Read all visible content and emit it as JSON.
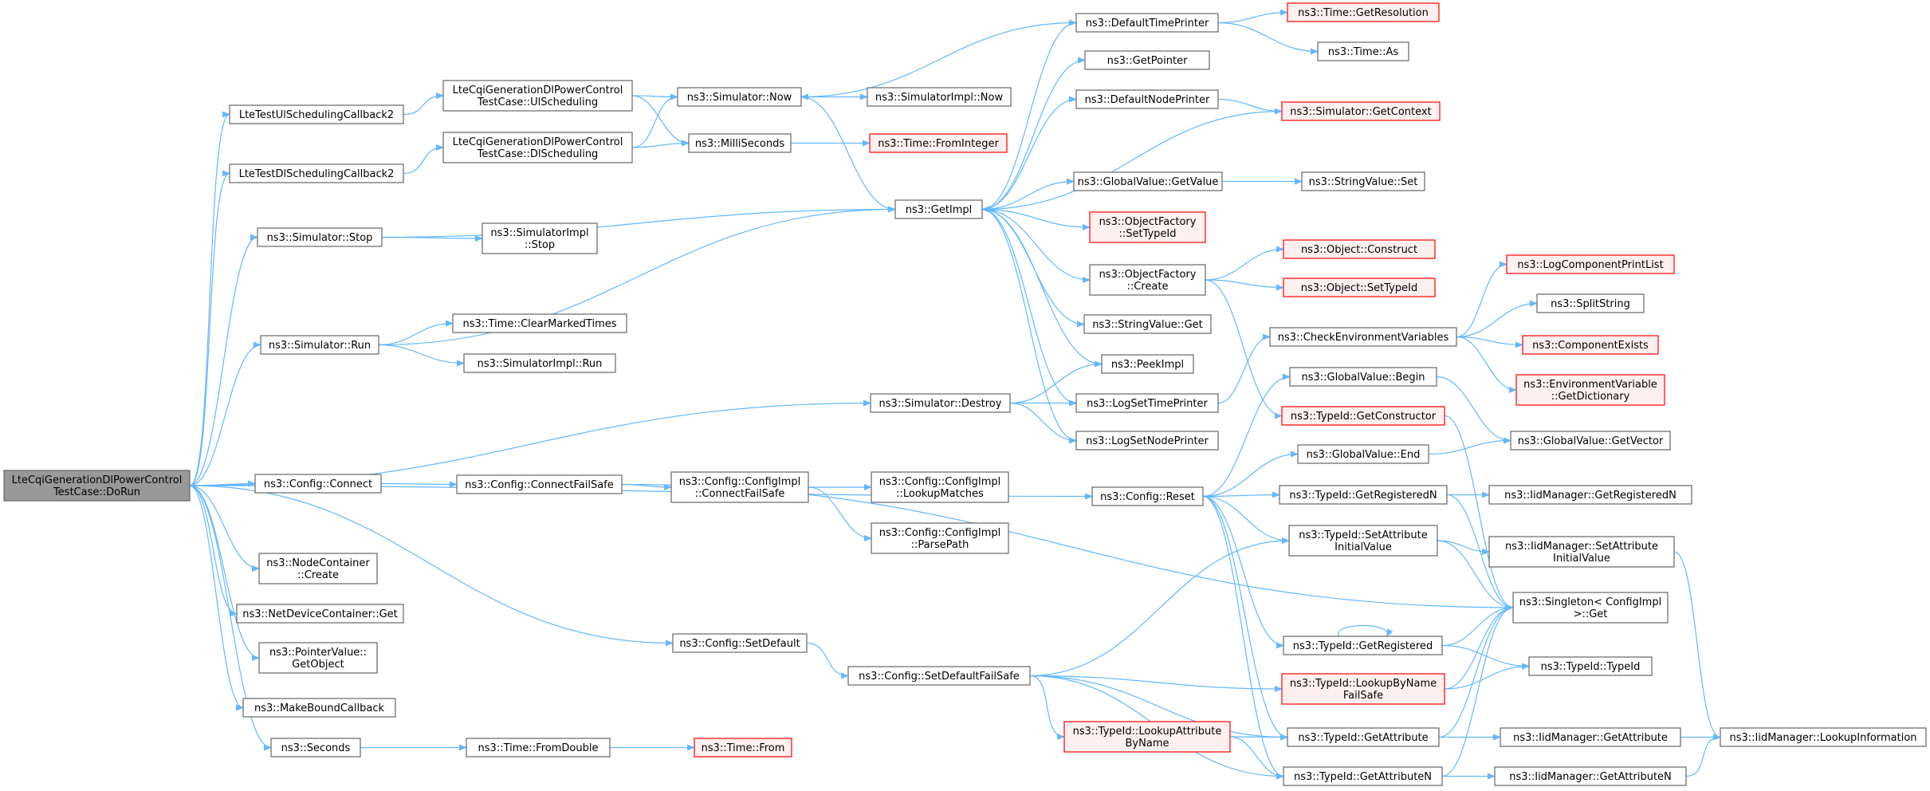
{
  "colors": {
    "edge": "#63b8ff",
    "normal_fill": "#ffffff",
    "normal_stroke": "#666666",
    "root_fill": "#999999",
    "truncated_fill": "#fff0f0",
    "truncated_stroke": "#ff0000"
  },
  "nodes": [
    {
      "id": "root",
      "lines": [
        "LteCqiGenerationDlPowerControl",
        "TestCase::DoRun"
      ],
      "style": "root"
    },
    {
      "id": "ulcb2",
      "lines": [
        "LteTestUlSchedulingCallback2"
      ],
      "style": "normal"
    },
    {
      "id": "dlcb2",
      "lines": [
        "LteTestDlSchedulingCallback2"
      ],
      "style": "normal"
    },
    {
      "id": "sim_stop",
      "lines": [
        "ns3::Simulator::Stop"
      ],
      "style": "normal"
    },
    {
      "id": "sim_run",
      "lines": [
        "ns3::Simulator::Run"
      ],
      "style": "normal"
    },
    {
      "id": "cfg_connect",
      "lines": [
        "ns3::Config::Connect"
      ],
      "style": "normal"
    },
    {
      "id": "nodecont",
      "lines": [
        "ns3::NodeContainer",
        "::Create"
      ],
      "style": "normal"
    },
    {
      "id": "netdev",
      "lines": [
        "ns3::NetDeviceContainer::Get"
      ],
      "style": "normal"
    },
    {
      "id": "ptrval",
      "lines": [
        "ns3::PointerValue::",
        "GetObject"
      ],
      "style": "normal"
    },
    {
      "id": "mkcb",
      "lines": [
        "ns3::MakeBoundCallback"
      ],
      "style": "normal"
    },
    {
      "id": "seconds",
      "lines": [
        "ns3::Seconds"
      ],
      "style": "normal"
    },
    {
      "id": "ulsched",
      "lines": [
        "LteCqiGenerationDlPowerControl",
        "TestCase::UlScheduling"
      ],
      "style": "normal"
    },
    {
      "id": "dlsched",
      "lines": [
        "LteCqiGenerationDlPowerControl",
        "TestCase::DlScheduling"
      ],
      "style": "normal"
    },
    {
      "id": "simimpl_stop",
      "lines": [
        "ns3::SimulatorImpl",
        "::Stop"
      ],
      "style": "normal"
    },
    {
      "id": "clearmarked",
      "lines": [
        "ns3::Time::ClearMarkedTimes"
      ],
      "style": "normal"
    },
    {
      "id": "simimpl_run",
      "lines": [
        "ns3::SimulatorImpl::Run"
      ],
      "style": "normal"
    },
    {
      "id": "connfailsafe",
      "lines": [
        "ns3::Config::ConnectFailSafe"
      ],
      "style": "normal"
    },
    {
      "id": "time_fromdouble",
      "lines": [
        "ns3::Time::FromDouble"
      ],
      "style": "normal"
    },
    {
      "id": "sim_now",
      "lines": [
        "ns3::Simulator::Now"
      ],
      "style": "normal"
    },
    {
      "id": "millis",
      "lines": [
        "ns3::MilliSeconds"
      ],
      "style": "normal"
    },
    {
      "id": "cfgimpl_cfs",
      "lines": [
        "ns3::Config::ConfigImpl",
        "::ConnectFailSafe"
      ],
      "style": "normal"
    },
    {
      "id": "cfg_setdefault",
      "lines": [
        "ns3::Config::SetDefault"
      ],
      "style": "normal"
    },
    {
      "id": "time_from",
      "lines": [
        "ns3::Time::From"
      ],
      "style": "truncated"
    },
    {
      "id": "simimpl_now",
      "lines": [
        "ns3::SimulatorImpl::Now"
      ],
      "style": "normal"
    },
    {
      "id": "time_fromint",
      "lines": [
        "ns3::Time::FromInteger"
      ],
      "style": "truncated"
    },
    {
      "id": "sim_destroy",
      "lines": [
        "ns3::Simulator::Destroy"
      ],
      "style": "normal"
    },
    {
      "id": "lookupmatches",
      "lines": [
        "ns3::Config::ConfigImpl",
        "::LookupMatches"
      ],
      "style": "normal"
    },
    {
      "id": "parsepath",
      "lines": [
        "ns3::Config::ConfigImpl",
        "::ParsePath"
      ],
      "style": "normal"
    },
    {
      "id": "setdef_fs",
      "lines": [
        "ns3::Config::SetDefaultFailSafe"
      ],
      "style": "normal"
    },
    {
      "id": "getimpl",
      "lines": [
        "ns3::GetImpl"
      ],
      "style": "normal"
    },
    {
      "id": "deftimeprinter",
      "lines": [
        "ns3::DefaultTimePrinter"
      ],
      "style": "normal"
    },
    {
      "id": "getpointer",
      "lines": [
        "ns3::GetPointer"
      ],
      "style": "normal"
    },
    {
      "id": "defnodeprinter",
      "lines": [
        "ns3::DefaultNodePrinter"
      ],
      "style": "normal"
    },
    {
      "id": "gv_getvalue",
      "lines": [
        "ns3::GlobalValue::GetValue"
      ],
      "style": "normal"
    },
    {
      "id": "of_settypeid",
      "lines": [
        "ns3::ObjectFactory",
        "::SetTypeId"
      ],
      "style": "truncated"
    },
    {
      "id": "of_create",
      "lines": [
        "ns3::ObjectFactory",
        "::Create"
      ],
      "style": "normal"
    },
    {
      "id": "sv_get",
      "lines": [
        "ns3::StringValue::Get"
      ],
      "style": "normal"
    },
    {
      "id": "peekimpl",
      "lines": [
        "ns3::PeekImpl"
      ],
      "style": "normal"
    },
    {
      "id": "logsettime",
      "lines": [
        "ns3::LogSetTimePrinter"
      ],
      "style": "normal"
    },
    {
      "id": "logsetnode",
      "lines": [
        "ns3::LogSetNodePrinter"
      ],
      "style": "normal"
    },
    {
      "id": "cfg_reset",
      "lines": [
        "ns3::Config::Reset"
      ],
      "style": "normal"
    },
    {
      "id": "tid_lookupattr",
      "lines": [
        "ns3::TypeId::LookupAttribute",
        "ByName"
      ],
      "style": "truncated"
    },
    {
      "id": "time_getres",
      "lines": [
        "ns3::Time::GetResolution"
      ],
      "style": "truncated"
    },
    {
      "id": "time_as",
      "lines": [
        "ns3::Time::As"
      ],
      "style": "normal"
    },
    {
      "id": "sim_getcontext",
      "lines": [
        "ns3::Simulator::GetContext"
      ],
      "style": "truncated"
    },
    {
      "id": "sv_set",
      "lines": [
        "ns3::StringValue::Set"
      ],
      "style": "normal"
    },
    {
      "id": "obj_construct",
      "lines": [
        "ns3::Object::Construct"
      ],
      "style": "truncated"
    },
    {
      "id": "obj_settypeid",
      "lines": [
        "ns3::Object::SetTypeId"
      ],
      "style": "truncated"
    },
    {
      "id": "checkenv",
      "lines": [
        "ns3::CheckEnvironmentVariables"
      ],
      "style": "normal"
    },
    {
      "id": "gv_begin",
      "lines": [
        "ns3::GlobalValue::Begin"
      ],
      "style": "normal"
    },
    {
      "id": "tid_getctor",
      "lines": [
        "ns3::TypeId::GetConstructor"
      ],
      "style": "truncated"
    },
    {
      "id": "gv_end",
      "lines": [
        "ns3::GlobalValue::End"
      ],
      "style": "normal"
    },
    {
      "id": "tid_getregn",
      "lines": [
        "ns3::TypeId::GetRegisteredN"
      ],
      "style": "normal"
    },
    {
      "id": "tid_setattrinit",
      "lines": [
        "ns3::TypeId::SetAttribute",
        "InitialValue"
      ],
      "style": "normal"
    },
    {
      "id": "tid_getreg",
      "lines": [
        "ns3::TypeId::GetRegistered"
      ],
      "style": "normal"
    },
    {
      "id": "tid_lookupname",
      "lines": [
        "ns3::TypeId::LookupByName",
        "FailSafe"
      ],
      "style": "truncated"
    },
    {
      "id": "tid_getattr",
      "lines": [
        "ns3::TypeId::GetAttribute"
      ],
      "style": "normal"
    },
    {
      "id": "tid_getattrn",
      "lines": [
        "ns3::TypeId::GetAttributeN"
      ],
      "style": "normal"
    },
    {
      "id": "logcomp",
      "lines": [
        "ns3::LogComponentPrintList"
      ],
      "style": "truncated"
    },
    {
      "id": "splitstring",
      "lines": [
        "ns3::SplitString"
      ],
      "style": "normal"
    },
    {
      "id": "compexists",
      "lines": [
        "ns3::ComponentExists"
      ],
      "style": "truncated"
    },
    {
      "id": "envvar",
      "lines": [
        "ns3::EnvironmentVariable",
        "::GetDictionary"
      ],
      "style": "truncated"
    },
    {
      "id": "gv_getvector",
      "lines": [
        "ns3::GlobalValue::GetVector"
      ],
      "style": "normal"
    },
    {
      "id": "iid_getregn",
      "lines": [
        "ns3::IidManager::GetRegisteredN"
      ],
      "style": "normal"
    },
    {
      "id": "iid_setattrinit",
      "lines": [
        "ns3::IidManager::SetAttribute",
        "InitialValue"
      ],
      "style": "normal"
    },
    {
      "id": "singleton",
      "lines": [
        "ns3::Singleton< ConfigImpl",
        ">::Get"
      ],
      "style": "normal"
    },
    {
      "id": "tid_typeid",
      "lines": [
        "ns3::TypeId::TypeId"
      ],
      "style": "normal"
    },
    {
      "id": "iid_getattr",
      "lines": [
        "ns3::IidManager::GetAttribute"
      ],
      "style": "normal"
    },
    {
      "id": "iid_getattrn",
      "lines": [
        "ns3::IidManager::GetAttributeN"
      ],
      "style": "normal"
    },
    {
      "id": "iid_lookupinfo",
      "lines": [
        "ns3::IidManager::LookupInformation"
      ],
      "style": "normal"
    }
  ],
  "edges": [
    [
      "root",
      "ulcb2"
    ],
    [
      "root",
      "dlcb2"
    ],
    [
      "root",
      "sim_stop"
    ],
    [
      "root",
      "sim_run"
    ],
    [
      "root",
      "sim_destroy"
    ],
    [
      "root",
      "cfg_reset"
    ],
    [
      "root",
      "cfg_connect"
    ],
    [
      "root",
      "nodecont"
    ],
    [
      "root",
      "netdev"
    ],
    [
      "root",
      "ptrval"
    ],
    [
      "root",
      "mkcb"
    ],
    [
      "root",
      "seconds"
    ],
    [
      "root",
      "cfg_setdefault"
    ],
    [
      "ulcb2",
      "ulsched"
    ],
    [
      "dlcb2",
      "dlsched"
    ],
    [
      "ulsched",
      "sim_now"
    ],
    [
      "ulsched",
      "millis"
    ],
    [
      "dlsched",
      "sim_now"
    ],
    [
      "dlsched",
      "millis"
    ],
    [
      "sim_now",
      "simimpl_now"
    ],
    [
      "sim_now",
      "getimpl"
    ],
    [
      "deftimeprinter",
      "sim_now"
    ],
    [
      "deftimeprinter",
      "time_getres"
    ],
    [
      "deftimeprinter",
      "time_as"
    ],
    [
      "millis",
      "time_fromint"
    ],
    [
      "sim_stop",
      "getimpl"
    ],
    [
      "sim_stop",
      "simimpl_stop"
    ],
    [
      "sim_run",
      "getimpl"
    ],
    [
      "sim_run",
      "clearmarked"
    ],
    [
      "sim_run",
      "simimpl_run"
    ],
    [
      "sim_destroy",
      "peekimpl"
    ],
    [
      "sim_destroy",
      "logsettime"
    ],
    [
      "sim_destroy",
      "logsetnode"
    ],
    [
      "cfg_connect",
      "connfailsafe"
    ],
    [
      "connfailsafe",
      "cfgimpl_cfs"
    ],
    [
      "connfailsafe",
      "singleton"
    ],
    [
      "cfgimpl_cfs",
      "lookupmatches"
    ],
    [
      "cfgimpl_cfs",
      "parsepath"
    ],
    [
      "cfg_setdefault",
      "setdef_fs"
    ],
    [
      "setdef_fs",
      "tid_setattrinit"
    ],
    [
      "setdef_fs",
      "tid_lookupname"
    ],
    [
      "setdef_fs",
      "tid_lookupattr"
    ],
    [
      "setdef_fs",
      "tid_getattr"
    ],
    [
      "setdef_fs",
      "tid_getattrn"
    ],
    [
      "seconds",
      "time_fromdouble"
    ],
    [
      "time_fromdouble",
      "time_from"
    ],
    [
      "getimpl",
      "deftimeprinter"
    ],
    [
      "getimpl",
      "getpointer"
    ],
    [
      "getimpl",
      "defnodeprinter"
    ],
    [
      "getimpl",
      "gv_getvalue"
    ],
    [
      "getimpl",
      "of_settypeid"
    ],
    [
      "getimpl",
      "of_create"
    ],
    [
      "getimpl",
      "sv_get"
    ],
    [
      "getimpl",
      "peekimpl"
    ],
    [
      "getimpl",
      "logsettime"
    ],
    [
      "getimpl",
      "logsetnode"
    ],
    [
      "sim_getcontext",
      "getimpl"
    ],
    [
      "defnodeprinter",
      "sim_getcontext"
    ],
    [
      "gv_getvalue",
      "sv_set"
    ],
    [
      "of_create",
      "obj_construct"
    ],
    [
      "of_create",
      "obj_settypeid"
    ],
    [
      "of_create",
      "tid_getctor"
    ],
    [
      "logsettime",
      "checkenv"
    ],
    [
      "checkenv",
      "logcomp"
    ],
    [
      "checkenv",
      "splitstring"
    ],
    [
      "checkenv",
      "compexists"
    ],
    [
      "checkenv",
      "envvar"
    ],
    [
      "cfg_reset",
      "gv_begin"
    ],
    [
      "cfg_reset",
      "gv_end"
    ],
    [
      "cfg_reset",
      "tid_getregn"
    ],
    [
      "cfg_reset",
      "tid_setattrinit"
    ],
    [
      "cfg_reset",
      "tid_getreg"
    ],
    [
      "cfg_reset",
      "tid_getattr"
    ],
    [
      "cfg_reset",
      "tid_getattrn"
    ],
    [
      "gv_begin",
      "gv_getvector"
    ],
    [
      "gv_end",
      "gv_getvector"
    ],
    [
      "tid_getctor",
      "singleton"
    ],
    [
      "tid_getregn",
      "iid_getregn"
    ],
    [
      "tid_getregn",
      "singleton"
    ],
    [
      "tid_setattrinit",
      "iid_setattrinit"
    ],
    [
      "tid_setattrinit",
      "singleton"
    ],
    [
      "tid_getreg",
      "tid_getreg"
    ],
    [
      "tid_getreg",
      "singleton"
    ],
    [
      "tid_getreg",
      "tid_typeid"
    ],
    [
      "tid_lookupname",
      "singleton"
    ],
    [
      "tid_lookupname",
      "tid_typeid"
    ],
    [
      "tid_lookupattr",
      "tid_getattr"
    ],
    [
      "tid_lookupattr",
      "tid_getattrn"
    ],
    [
      "tid_getattr",
      "singleton"
    ],
    [
      "tid_getattr",
      "iid_getattr"
    ],
    [
      "tid_getattrn",
      "singleton"
    ],
    [
      "tid_getattrn",
      "iid_getattrn"
    ],
    [
      "iid_setattrinit",
      "iid_lookupinfo"
    ],
    [
      "iid_getattr",
      "iid_lookupinfo"
    ],
    [
      "iid_getattrn",
      "iid_lookupinfo"
    ]
  ]
}
